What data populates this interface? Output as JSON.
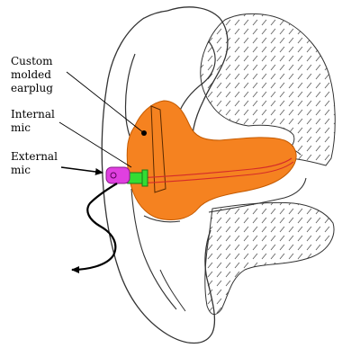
{
  "labels": {
    "earplug_line1": "Custom",
    "earplug_line2": "molded",
    "earplug_line3": "earplug",
    "internal_line1": "Internal",
    "internal_line2": "mic",
    "external_line1": "External",
    "external_line2": "mic"
  },
  "colors": {
    "earplug": "#f58220",
    "earplug_stroke": "#c45a00",
    "canal_line": "#d42a2a",
    "external_mic": "#e040e0",
    "internal_mic": "#33dd33",
    "outline": "#333333",
    "hatch": "#555555"
  }
}
